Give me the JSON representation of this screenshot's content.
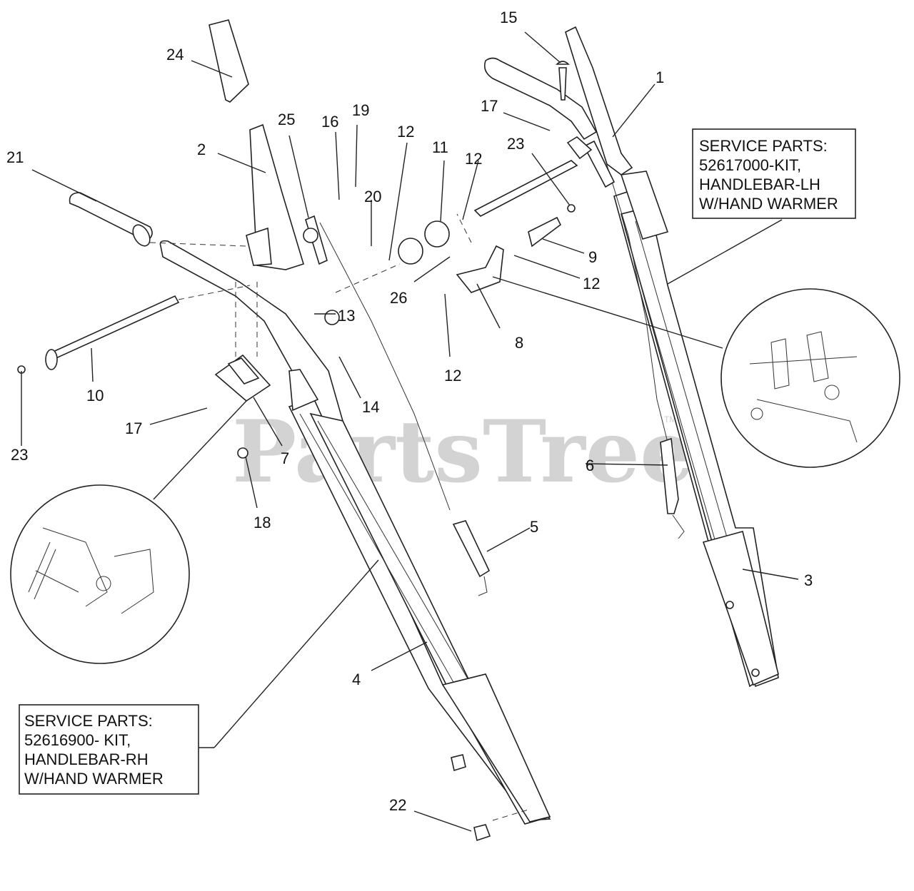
{
  "watermark": {
    "text": "PartsTree",
    "mark": "TM"
  },
  "service_box_lh": {
    "lines": [
      "SERVICE PARTS:",
      "52617000-KIT,",
      "HANDLEBAR-LH",
      "W/HAND WARMER"
    ]
  },
  "service_box_rh": {
    "lines": [
      "SERVICE PARTS:",
      "52616900- KIT,",
      "HANDLEBAR-RH",
      "W/HAND WARMER"
    ]
  },
  "callouts": {
    "c1": "1",
    "c2": "2",
    "c3": "3",
    "c4": "4",
    "c5": "5",
    "c6": "6",
    "c7": "7",
    "c8": "8",
    "c9": "9",
    "c10": "10",
    "c11": "11",
    "c12a": "12",
    "c12b": "12",
    "c12c": "12",
    "c12d": "12",
    "c13": "13",
    "c14": "14",
    "c15": "15",
    "c16": "16",
    "c17a": "17",
    "c17b": "17",
    "c18": "18",
    "c19": "19",
    "c20": "20",
    "c21": "21",
    "c22": "22",
    "c23a": "23",
    "c23b": "23",
    "c24": "24",
    "c25": "25",
    "c26": "26"
  }
}
